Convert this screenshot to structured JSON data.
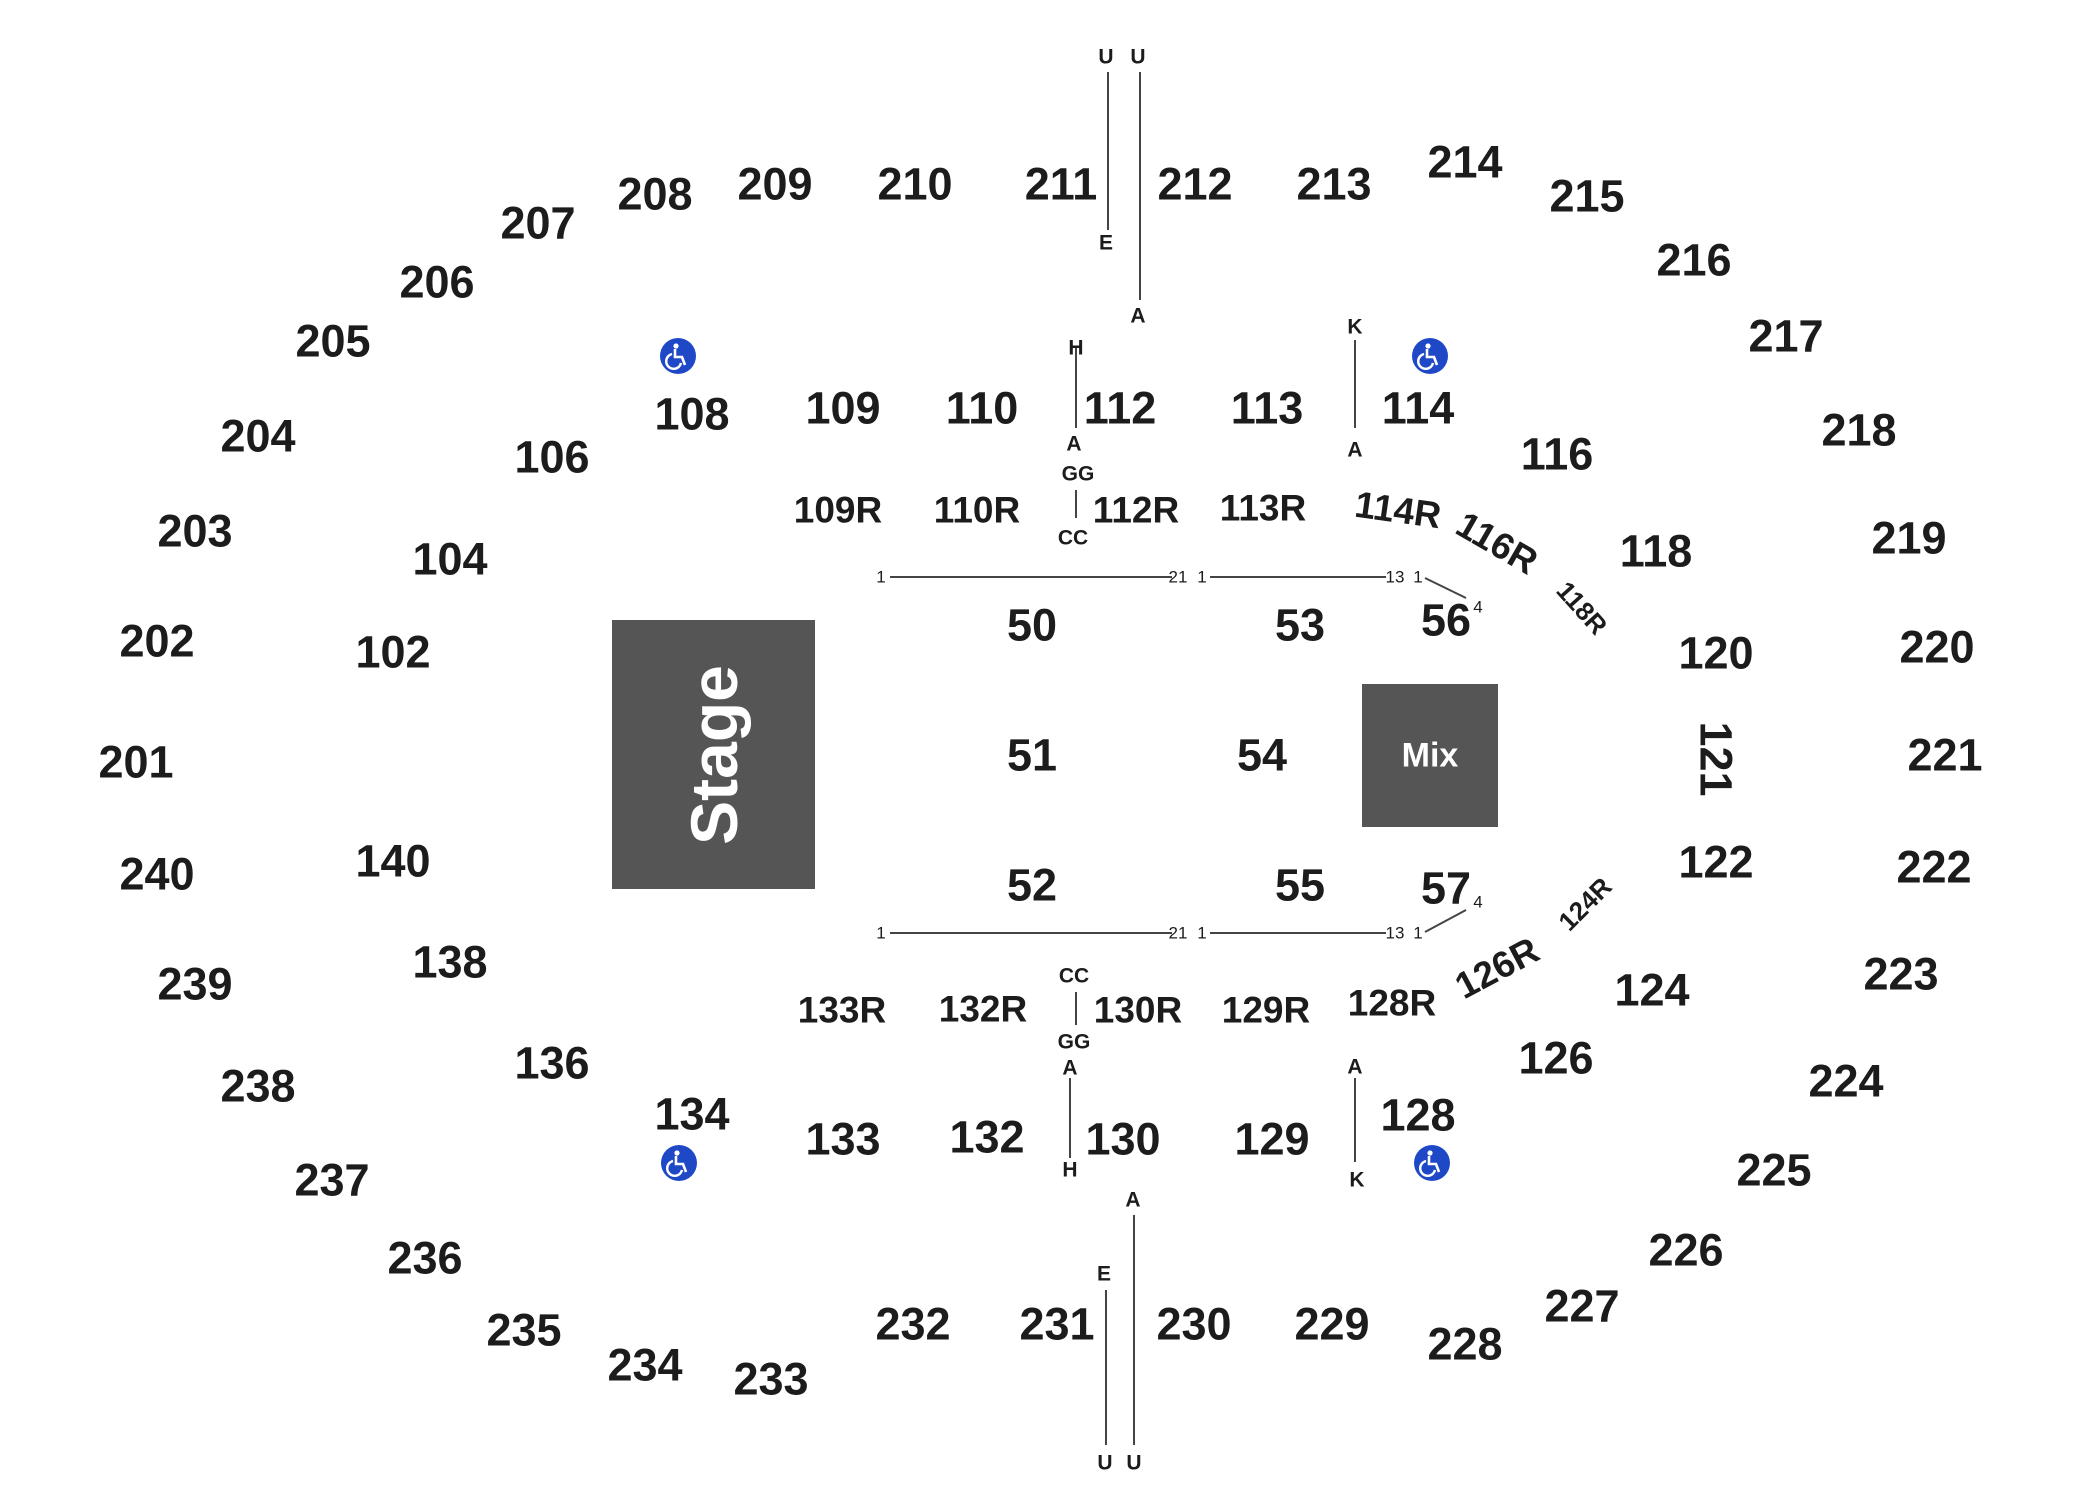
{
  "venue": {
    "stage_label": "Stage",
    "mix_label": "Mix",
    "accessible_icon": "wheelchair-icon",
    "accessible_color": "#1f48c7",
    "block_color": "#555555"
  },
  "upper_sections": [
    "201",
    "202",
    "203",
    "204",
    "205",
    "206",
    "207",
    "208",
    "209",
    "210",
    "211",
    "212",
    "213",
    "214",
    "215",
    "216",
    "217",
    "218",
    "219",
    "220",
    "221",
    "222",
    "223",
    "224",
    "225",
    "226",
    "227",
    "228",
    "229",
    "230",
    "231",
    "232",
    "233",
    "234",
    "235",
    "236",
    "237",
    "238",
    "239",
    "240"
  ],
  "lower_sections": [
    "102",
    "104",
    "106",
    "108",
    "109",
    "110",
    "112",
    "113",
    "114",
    "116",
    "118",
    "120",
    "121",
    "122",
    "124",
    "126",
    "128",
    "129",
    "130",
    "132",
    "133",
    "134",
    "136",
    "138",
    "140"
  ],
  "rear_sections": [
    "109R",
    "110R",
    "112R",
    "113R",
    "114R",
    "116R",
    "118R",
    "124R",
    "126R",
    "128R",
    "129R",
    "130R",
    "132R",
    "133R"
  ],
  "floor_sections": [
    "50",
    "51",
    "52",
    "53",
    "54",
    "55",
    "56",
    "57"
  ],
  "row_markers": [
    "U",
    "U",
    "E",
    "A",
    "H",
    "A",
    "GG",
    "CC",
    "K",
    "A",
    "CC",
    "GG",
    "A",
    "H",
    "A",
    "K",
    "A",
    "E",
    "U",
    "U"
  ],
  "seat_markers": [
    "1",
    "21",
    "1",
    "13",
    "1",
    "4",
    "1",
    "21",
    "1",
    "13",
    "1",
    "4"
  ]
}
